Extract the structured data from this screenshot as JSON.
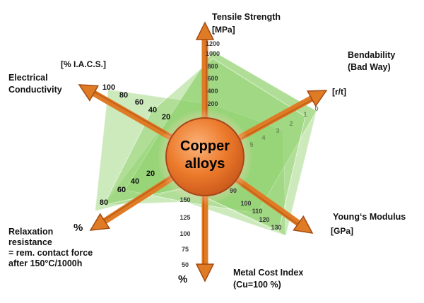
{
  "chart_data": {
    "type": "radar",
    "center_label": [
      "Copper",
      "alloys"
    ],
    "colors": {
      "fill": "#8ed06a",
      "arrow": "#e07b25",
      "arrow_dark": "#a34a10",
      "hub": "#ec7a2b"
    },
    "axes": [
      {
        "key": "tensile",
        "title": [
          "Tensile Strength"
        ],
        "unit": "[MPa]",
        "ticks": [
          "200",
          "400",
          "600",
          "800",
          "1000",
          "1200"
        ]
      },
      {
        "key": "bendability",
        "title": [
          "Bendability",
          "(Bad Way)"
        ],
        "unit": "[r/t]",
        "ticks": [
          "0",
          "1",
          "2",
          "3",
          "4",
          "5"
        ]
      },
      {
        "key": "youngs",
        "title": [
          "Young‘s Modulus"
        ],
        "unit": "[GPa]",
        "ticks": [
          "90",
          "100",
          "110",
          "120",
          "130"
        ]
      },
      {
        "key": "cost",
        "title": [
          "Metal Cost Index",
          "(Cu=100 %)"
        ],
        "unit": "%",
        "ticks": [
          "150",
          "125",
          "100",
          "75",
          "50"
        ]
      },
      {
        "key": "relaxation",
        "title": [
          "Relaxation",
          "resistance",
          "= rem. contact force",
          "after 150°C/1000h"
        ],
        "unit": "%",
        "ticks": [
          "20",
          "40",
          "60",
          "80"
        ]
      },
      {
        "key": "conductivity",
        "title": [
          "Electrical",
          "Conductivity"
        ],
        "unit": "[% I.A.C.S.]",
        "ticks": [
          "20",
          "40",
          "60",
          "80",
          "100"
        ]
      }
    ],
    "series": [
      {
        "values": {
          "tensile": 1100,
          "bendability": 0,
          "youngs": 138,
          "cost": 150,
          "relaxation": 80,
          "conductivity": 18
        }
      },
      {
        "values": {
          "tensile": 220,
          "bendability": 2.6,
          "youngs": 138,
          "cost": 170,
          "relaxation": 90,
          "conductivity": 101
        }
      },
      {
        "values": {
          "tensile": 1100,
          "bendability": 0,
          "youngs": 110,
          "cost": 150,
          "relaxation": 55,
          "conductivity": 18
        }
      },
      {
        "values": {
          "tensile": 960,
          "bendability": 1,
          "youngs": 132,
          "cost": 170,
          "relaxation": 80,
          "conductivity": 42
        }
      }
    ]
  }
}
